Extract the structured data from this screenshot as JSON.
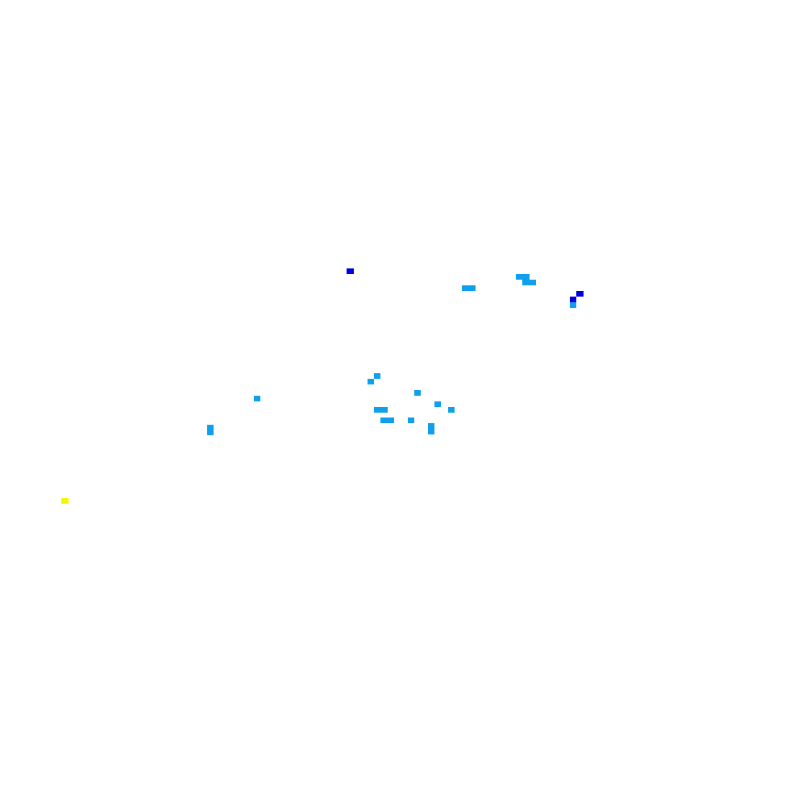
{
  "legend": {
    "light_blue": "#0ea0ec",
    "dark_blue": "#0000e0",
    "yellow": "#f6f600"
  },
  "points": [
    {
      "id": "p01",
      "class": "dark_blue"
    },
    {
      "id": "p02",
      "class": "light_blue"
    },
    {
      "id": "p03",
      "class": "light_blue"
    },
    {
      "id": "p04",
      "class": "light_blue"
    },
    {
      "id": "p05",
      "class": "light_blue"
    },
    {
      "id": "p06",
      "class": "light_blue"
    },
    {
      "id": "p07",
      "class": "dark_blue"
    },
    {
      "id": "p08",
      "class": "dark_blue"
    },
    {
      "id": "p09",
      "class": "light_blue"
    },
    {
      "id": "p10",
      "class": "light_blue"
    },
    {
      "id": "p11",
      "class": "light_blue"
    },
    {
      "id": "p12",
      "class": "light_blue"
    },
    {
      "id": "p13",
      "class": "light_blue"
    },
    {
      "id": "p14",
      "class": "light_blue"
    },
    {
      "id": "p15",
      "class": "light_blue"
    },
    {
      "id": "p16",
      "class": "light_blue"
    },
    {
      "id": "p17",
      "class": "light_blue"
    },
    {
      "id": "p18",
      "class": "light_blue"
    },
    {
      "id": "p19",
      "class": "light_blue"
    },
    {
      "id": "p20",
      "class": "light_blue"
    },
    {
      "id": "p21",
      "class": "light_blue"
    },
    {
      "id": "p22",
      "class": "light_blue"
    },
    {
      "id": "p23",
      "class": "yellow"
    }
  ]
}
